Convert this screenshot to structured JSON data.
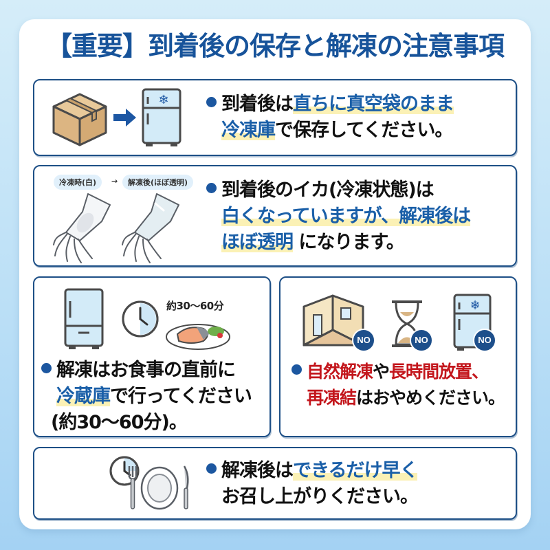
{
  "title": "【重要】到着後の保存と解凍の注意事項",
  "colors": {
    "title": "#17539a",
    "border": "#1d4f86",
    "highlight_text": "#1a5fa8",
    "highlight_marker": "#fbf1b5",
    "warning_text": "#c3161c",
    "bullet": "#1c57a0",
    "background": "#c4e4f7"
  },
  "sections": [
    {
      "id": "storage",
      "icons": [
        "cardboard-box-icon",
        "arrow-right-icon",
        "freezer-fridge-icon"
      ],
      "lines": [
        [
          {
            "text": "到着後は",
            "style": "normal"
          },
          {
            "text": "直ちに真空袋のまま",
            "style": "highlight"
          }
        ],
        [
          {
            "text": "冷凍庫",
            "style": "highlight"
          },
          {
            "text": "で保存してください。",
            "style": "normal"
          }
        ]
      ]
    },
    {
      "id": "appearance",
      "labels": {
        "frozen": "冷凍時(白)",
        "arrow": "→",
        "thawed": "解凍後(ほぼ透明)"
      },
      "icons": [
        "white-squid-icon",
        "translucent-squid-icon"
      ],
      "lines": [
        [
          {
            "text": "到着後のイカ(冷凍状態)は",
            "style": "normal"
          }
        ],
        [
          {
            "text": "白くなっていますが、解凍後は",
            "style": "highlight"
          }
        ],
        [
          {
            "text": "ほぼ透明",
            "style": "highlight"
          },
          {
            "text": " になります。",
            "style": "normal"
          }
        ]
      ]
    },
    {
      "id": "thawing",
      "time_label": "約30〜60分",
      "icons": [
        "refrigerator-icon",
        "clock-icon",
        "grilled-fish-plate-icon"
      ],
      "lines": [
        [
          {
            "text": "解凍はお食事の直前に",
            "style": "normal"
          }
        ],
        [
          {
            "text": "冷蔵庫",
            "style": "highlight"
          },
          {
            "text": "で行ってください",
            "style": "normal"
          }
        ],
        [
          {
            "text": "(約30〜60分)。",
            "style": "normal"
          }
        ]
      ]
    },
    {
      "id": "prohibited",
      "badge": "NO",
      "icons": [
        "room-icon",
        "hourglass-icon",
        "freezer-fridge-icon"
      ],
      "lines": [
        [
          {
            "text": "自然解凍",
            "style": "red"
          },
          {
            "text": "や",
            "style": "normal"
          },
          {
            "text": "長時間放置、",
            "style": "red"
          }
        ],
        [
          {
            "text": "再凍結",
            "style": "red"
          },
          {
            "text": "はおやめください。",
            "style": "normal"
          }
        ]
      ]
    },
    {
      "id": "eat-soon",
      "icons": [
        "clock-icon",
        "fork-plate-knife-icon"
      ],
      "lines": [
        [
          {
            "text": "解凍後は",
            "style": "normal"
          },
          {
            "text": "できるだけ早く",
            "style": "highlight"
          }
        ],
        [
          {
            "text": "お召し上がりください。",
            "style": "normal"
          }
        ]
      ]
    }
  ]
}
